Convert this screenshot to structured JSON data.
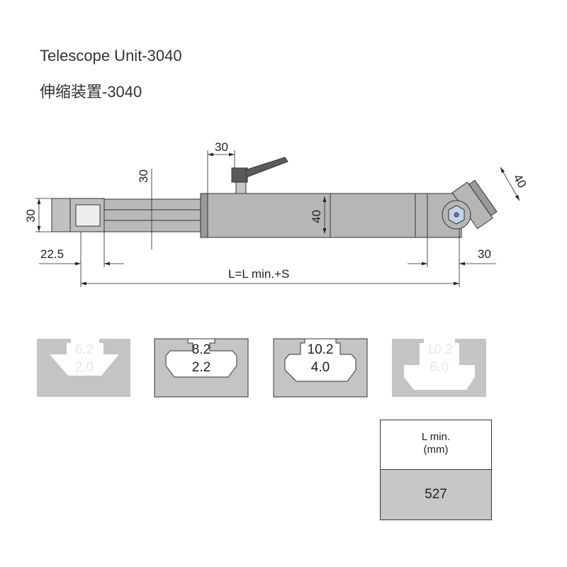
{
  "title_en": "Telescope Unit-3040",
  "title_cn": "伸缩装置-3040",
  "dimensions": {
    "lever_offset": "30",
    "slide_height": "30",
    "end_height": "30",
    "end_length": "22.5",
    "total_length": "L=L min.+S",
    "body_height": "40",
    "joint_offset": "30",
    "joint_width": "40"
  },
  "profiles": [
    {
      "slot": "6.2",
      "depth": "2.0",
      "active": false
    },
    {
      "slot": "8.2",
      "depth": "2.2",
      "active": true
    },
    {
      "slot": "10.2",
      "depth": "4.0",
      "active": true
    },
    {
      "slot": "10.2",
      "depth": "6.0",
      "active": false
    }
  ],
  "table": {
    "header_line1": "L min.",
    "header_line2": "(mm)",
    "value": "527"
  }
}
